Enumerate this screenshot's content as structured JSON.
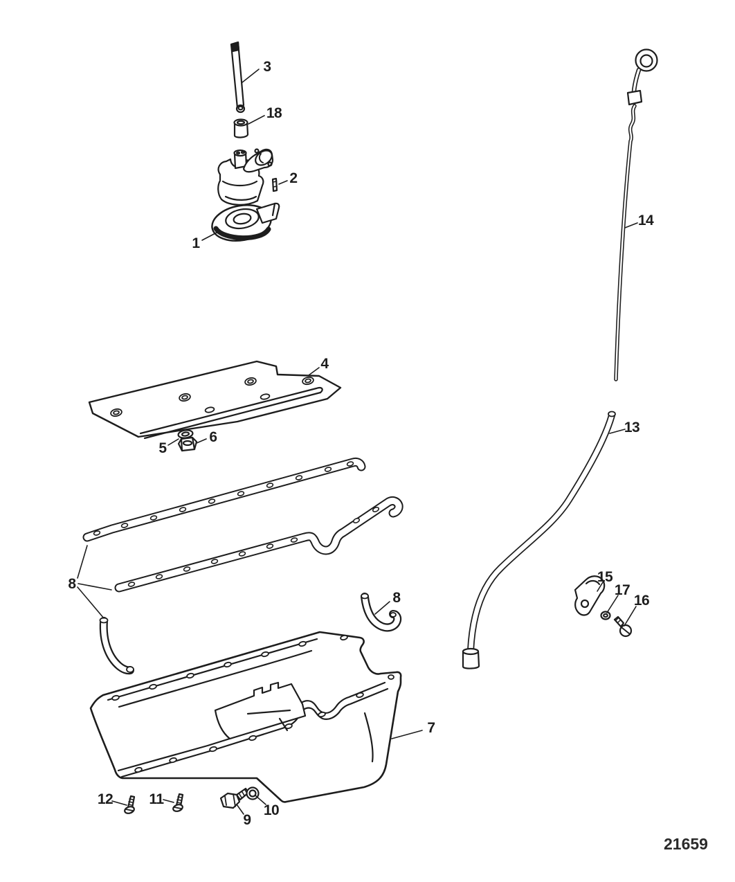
{
  "page": {
    "background_color": "#ffffff",
    "line_color": "#1d1d1d"
  },
  "drawing_number": "21659",
  "callouts": {
    "c1": "1",
    "c2": "2",
    "c3": "3",
    "c4": "4",
    "c5": "5",
    "c6": "6",
    "c7": "7",
    "c8_left": "8",
    "c8_right": "8",
    "c9": "9",
    "c10": "10",
    "c11": "11",
    "c12": "12",
    "c13": "13",
    "c14": "14",
    "c15": "15",
    "c16": "16",
    "c17": "17",
    "c18": "18"
  }
}
